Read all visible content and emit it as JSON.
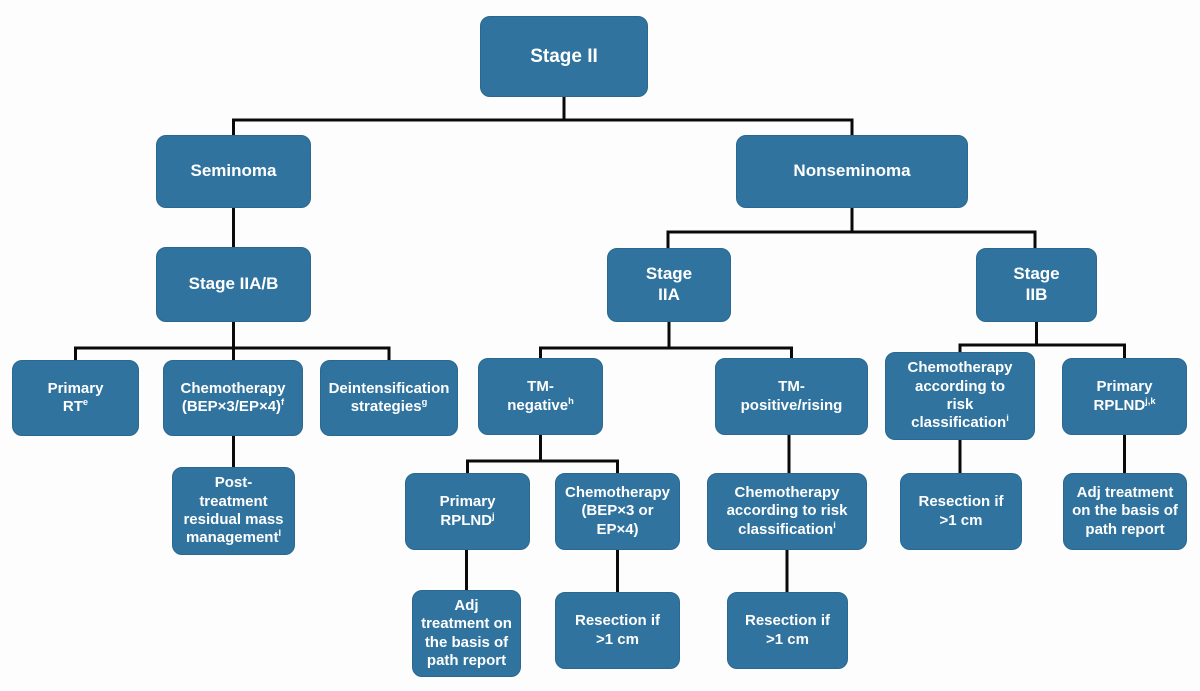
{
  "colors": {
    "node_fill": "#30739e",
    "node_border": "#2a6890",
    "node_text": "#ffffff",
    "connector": "#0a0a0a",
    "background": "#fdfdfd"
  },
  "nodes": {
    "stage_ii": {
      "text": "Stage II"
    },
    "seminoma": {
      "text": "Seminoma"
    },
    "nonseminoma": {
      "text": "Nonseminoma"
    },
    "stage_iiab": {
      "text": "Stage IIA/B"
    },
    "stage_iia": {
      "text": "Stage\nIIA"
    },
    "stage_iib": {
      "text": "Stage\nIIB"
    },
    "primary_rt": {
      "text": "Primary\nRT",
      "sup": "e"
    },
    "chemo_bep3_ep4": {
      "text": "Chemotherapy\n(BEP×3/EP×4)",
      "sup": "f"
    },
    "deintensification": {
      "text": "Deintensification\nstrategies",
      "sup": "g"
    },
    "tm_negative": {
      "text": "TM-\nnegative",
      "sup": "h"
    },
    "tm_positive": {
      "text": "TM-\npositive/rising"
    },
    "chemo_risk_iib": {
      "text": "Chemotherapy\naccording to\nrisk\nclassification",
      "sup": "i"
    },
    "primary_rplnd_jk": {
      "text": "Primary\nRPLND",
      "sup": "j,k"
    },
    "post_treatment": {
      "text": "Post-\ntreatment\nresidual mass\nmanagement",
      "sup": "l"
    },
    "primary_rplnd_j": {
      "text": "Primary\nRPLND",
      "sup": "j"
    },
    "chemo_bep3_or_ep4": {
      "text": "Chemotherapy\n(BEP×3 or\nEP×4)"
    },
    "chemo_risk_iia": {
      "text": "Chemotherapy\naccording to risk\nclassification",
      "sup": "i"
    },
    "resection_iib": {
      "text": "Resection if\n>1 cm"
    },
    "adj_treatment_iib": {
      "text": "Adj treatment\non the basis of\npath report"
    },
    "adj_treatment_iia": {
      "text": "Adj\ntreatment on\nthe basis of\npath report"
    },
    "resection_tmneg": {
      "text": "Resection if\n>1 cm"
    },
    "resection_tmpos": {
      "text": "Resection if\n>1 cm"
    }
  },
  "edges": [
    [
      "stage_ii",
      "seminoma"
    ],
    [
      "stage_ii",
      "nonseminoma"
    ],
    [
      "seminoma",
      "stage_iiab"
    ],
    [
      "nonseminoma",
      "stage_iia"
    ],
    [
      "nonseminoma",
      "stage_iib"
    ],
    [
      "stage_iiab",
      "primary_rt"
    ],
    [
      "stage_iiab",
      "chemo_bep3_ep4"
    ],
    [
      "stage_iiab",
      "deintensification"
    ],
    [
      "chemo_bep3_ep4",
      "post_treatment"
    ],
    [
      "stage_iia",
      "tm_negative"
    ],
    [
      "stage_iia",
      "tm_positive"
    ],
    [
      "tm_negative",
      "primary_rplnd_j"
    ],
    [
      "tm_negative",
      "chemo_bep3_or_ep4"
    ],
    [
      "primary_rplnd_j",
      "adj_treatment_iia"
    ],
    [
      "chemo_bep3_or_ep4",
      "resection_tmneg"
    ],
    [
      "tm_positive",
      "chemo_risk_iia"
    ],
    [
      "chemo_risk_iia",
      "resection_tmpos"
    ],
    [
      "stage_iib",
      "chemo_risk_iib"
    ],
    [
      "stage_iib",
      "primary_rplnd_jk"
    ],
    [
      "chemo_risk_iib",
      "resection_iib"
    ],
    [
      "primary_rplnd_jk",
      "adj_treatment_iib"
    ]
  ]
}
